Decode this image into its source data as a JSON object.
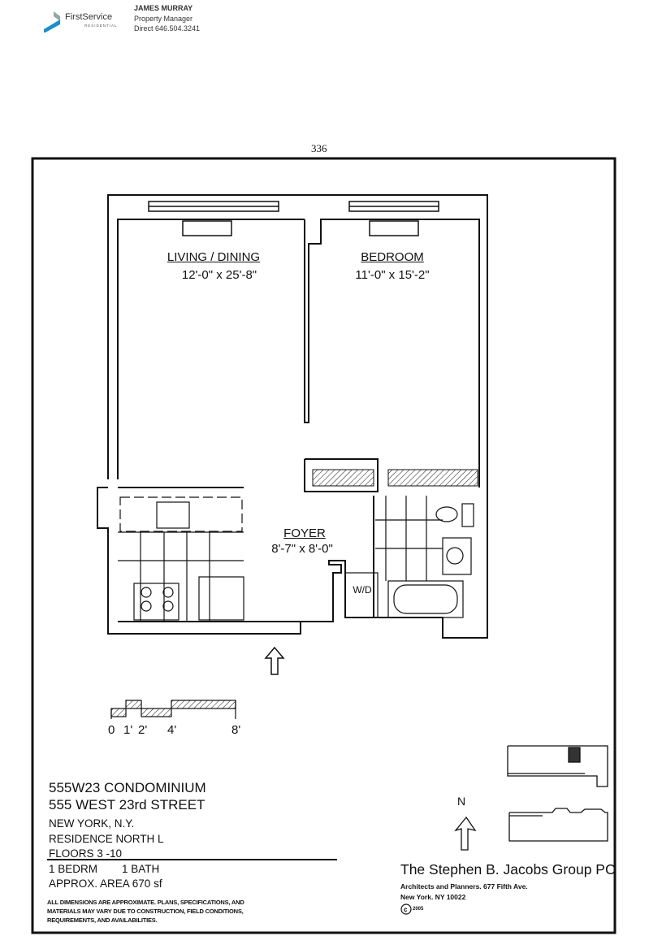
{
  "header": {
    "logo": {
      "name": "FirstService",
      "sub": "RESIDENTIAL"
    },
    "contact_name": "JAMES MURRAY",
    "contact_role": "Property Manager",
    "contact_phone": "Direct 646.504.3241"
  },
  "page_number": "336",
  "rooms": {
    "living": {
      "name": "LIVING / DINING",
      "dims": "12'-0\" x 25'-8\""
    },
    "bedroom": {
      "name": "BEDROOM",
      "dims": "11'-0\" x 15'-2\""
    },
    "foyer": {
      "name": "FOYER",
      "dims": "8'-7\" x 8'-0\""
    },
    "washer_dryer": "W/D"
  },
  "scale_labels": [
    "0",
    "1'",
    "2'",
    "4'",
    "8'"
  ],
  "north_label": "N",
  "title_block": {
    "building": "555W23 CONDOMINIUM",
    "address": "555 WEST 23rd STREET",
    "city": "NEW YORK, N.Y.",
    "residence": "RESIDENCE NORTH L",
    "floors": "FLOORS 3 -10",
    "bedrooms": "1 BEDRM",
    "baths": "1 BATH",
    "area": "APPROX. AREA 670 sf",
    "disclaimer": [
      "ALL DIMENSIONS ARE APPROXIMATE. PLANS, SPECIFICATIONS, AND",
      "MATERIALS MAY VARY DUE TO CONSTRUCTION, FIELD CONDITIONS,",
      "REQUIREMENTS, AND AVAILABILITIES."
    ]
  },
  "architect": {
    "name": "The Stephen B. Jacobs Group PC",
    "line1": "Architects and Planners. 677 Fifth Ave.",
    "line2": "New York. NY 10022",
    "copyright": "2005"
  }
}
